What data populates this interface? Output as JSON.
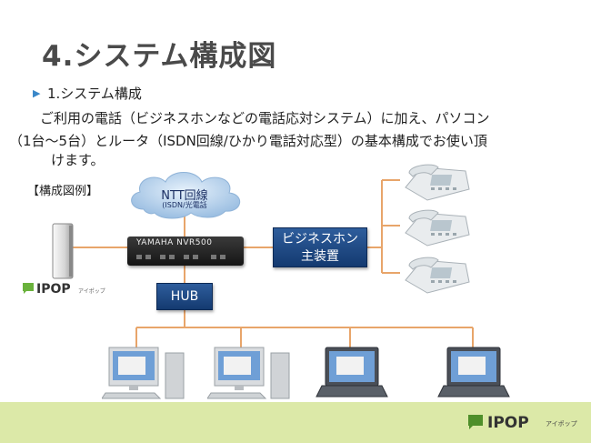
{
  "slide": {
    "title": "4.システム構成図",
    "bullet": "1.システム構成",
    "body_line1": "ご利用の電話（ビジネスホンなどの電話応対システム）に加え、パソコン",
    "body_line2": "（1台～5台）とルータ（ISDN回線/ひかり電話対応型）の基本構成でお使い頂",
    "body_line3": "けます。",
    "legend": "【構成図例】"
  },
  "diagram": {
    "cloud_label": "NTT回線",
    "cloud_sublabel": "(ISDN/光電話",
    "router_label": "YAMAHA  NVR500",
    "biz_line1": "ビジネスホン",
    "biz_line2": "主装置",
    "hub_label": "HUB",
    "connector_color": "#e8a56a",
    "accent_color": "#1f4a86"
  },
  "logos": {
    "left_logo": "IPOP",
    "left_logo_kana": "アイポップ",
    "footer_logo": "IPOP",
    "footer_logo_kana": "アイポップ"
  }
}
